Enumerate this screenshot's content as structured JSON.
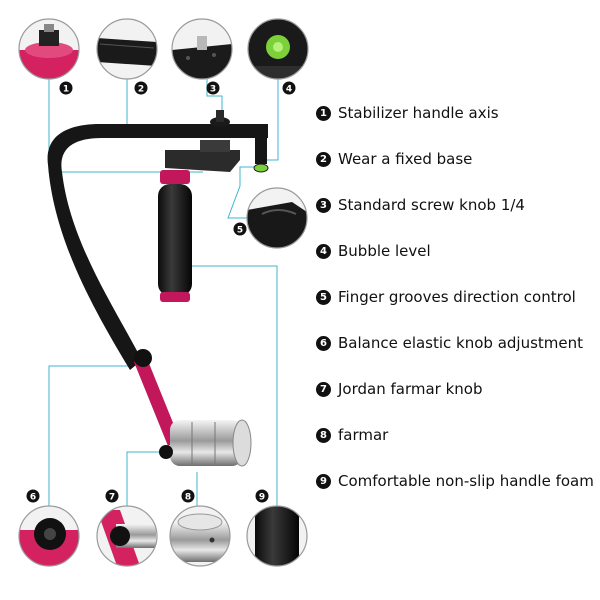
{
  "callouts": [
    {
      "number": "1",
      "label": "Stabilizer handle axis"
    },
    {
      "number": "2",
      "label": "Wear a fixed base"
    },
    {
      "number": "3",
      "label": "Standard screw knob 1/4"
    },
    {
      "number": "4",
      "label": "Bubble level"
    },
    {
      "number": "5",
      "label": "Finger grooves direction control"
    },
    {
      "number": "6",
      "label": "Balance elastic knob adjustment"
    },
    {
      "number": "7",
      "label": "Jordan farmar knob"
    },
    {
      "number": "8",
      "label": "farmar"
    },
    {
      "number": "9",
      "label": "Comfortable non-slip handle foam"
    }
  ],
  "colors": {
    "leader_line": "#3fb5cc",
    "metal_dark": "#1a1a1a",
    "accent_magenta": "#c2185b",
    "level_green": "#7cd13a",
    "chrome": "#cfcfcf"
  }
}
